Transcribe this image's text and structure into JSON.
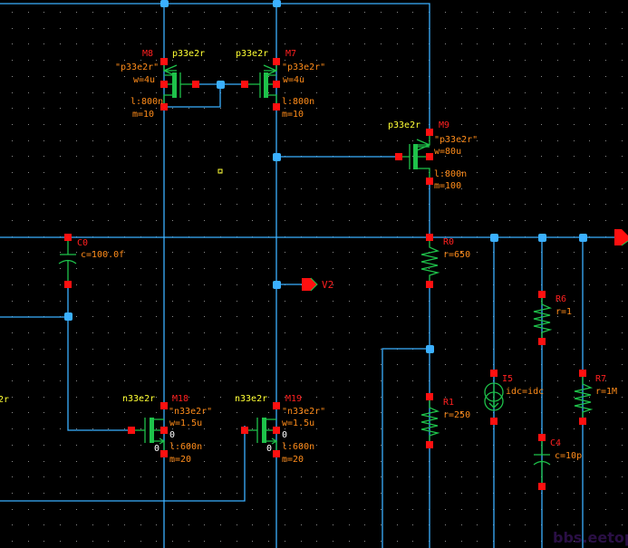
{
  "app": {
    "type": "schematic-editor",
    "canvas": "circuit schematic"
  },
  "colors": {
    "background": "#000000",
    "wire": "#3bb0ff",
    "device": "#1ec24a",
    "pin": "#ff1010",
    "model_label": "#ffff33",
    "instance_label": "#ff2020",
    "param_label": "#ff8c1a"
  },
  "devices": {
    "M8": {
      "model": "p33e2r",
      "name": "M8",
      "model_quoted": "\"p33e2r\"",
      "w": "w=4u",
      "l": "l:800n",
      "m": "m=10"
    },
    "M7": {
      "model": "p33e2r",
      "name": "M7",
      "model_quoted": "\"p33e2r\"",
      "w": "w=4u",
      "l": "l:800n",
      "m": "m=10"
    },
    "M9": {
      "model": "p33e2r",
      "name": "M9",
      "model_quoted": "\"p33e2r\"",
      "w": "w=80u",
      "l": "l:800n",
      "m": "m=100"
    },
    "M18": {
      "model": "n33e2r",
      "name": "M18",
      "model_quoted": "\"n33e2r\"",
      "w": "w=1.5u",
      "l": "l:600n",
      "m": "m=20",
      "bulk": "0",
      "source": "0"
    },
    "M19": {
      "model": "n33e2r",
      "name": "M19",
      "model_quoted": "\"n33e2r\"",
      "w": "w=1.5u",
      "l": "l:600n",
      "m": "m=20",
      "bulk": "0",
      "source": "0"
    },
    "C0": {
      "name": "C0",
      "value": "c=100.0f"
    },
    "R0": {
      "name": "R0",
      "value": "r=650"
    },
    "R1": {
      "name": "R1",
      "value": "r=250"
    },
    "R6": {
      "name": "R6",
      "value": "r=1"
    },
    "R7": {
      "name": "R7",
      "value": "r=1M"
    },
    "C4": {
      "name": "C4",
      "value": "c=10p"
    },
    "I5": {
      "name": "I5",
      "value": "idc=idc"
    }
  },
  "pins": {
    "V2": "V2"
  },
  "offscreen_label_fragment": "2r",
  "watermark": "bbs.eetop.cn"
}
